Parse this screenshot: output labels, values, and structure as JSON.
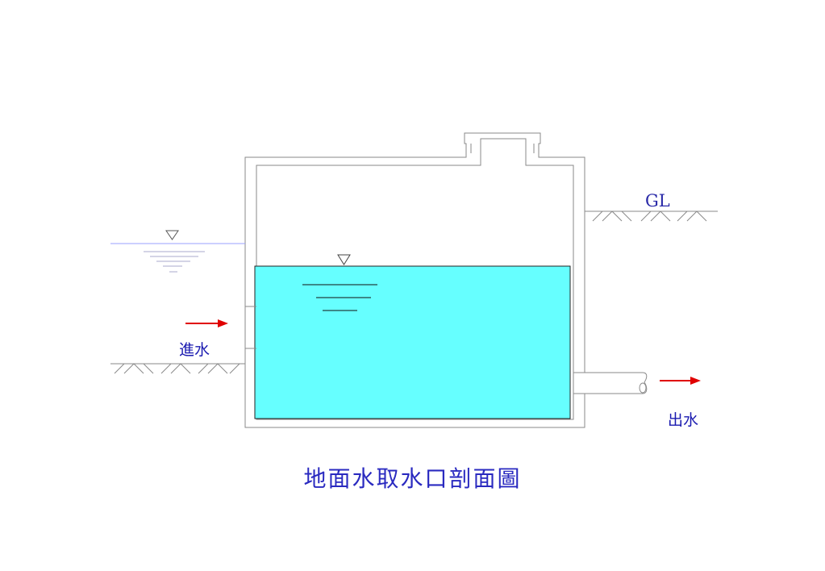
{
  "title": "地面水取水口剖面圖",
  "ground_label": "GL",
  "inflow_label": "進水",
  "outflow_label": "出水",
  "colors": {
    "water": "#66ffff",
    "outline": "#8a8a8a",
    "arrow": "#e00000",
    "text": "#2a2ac0"
  },
  "icons": [
    "water-level-triangle-icon",
    "flow-arrow-icon",
    "ground-hatch-icon"
  ]
}
